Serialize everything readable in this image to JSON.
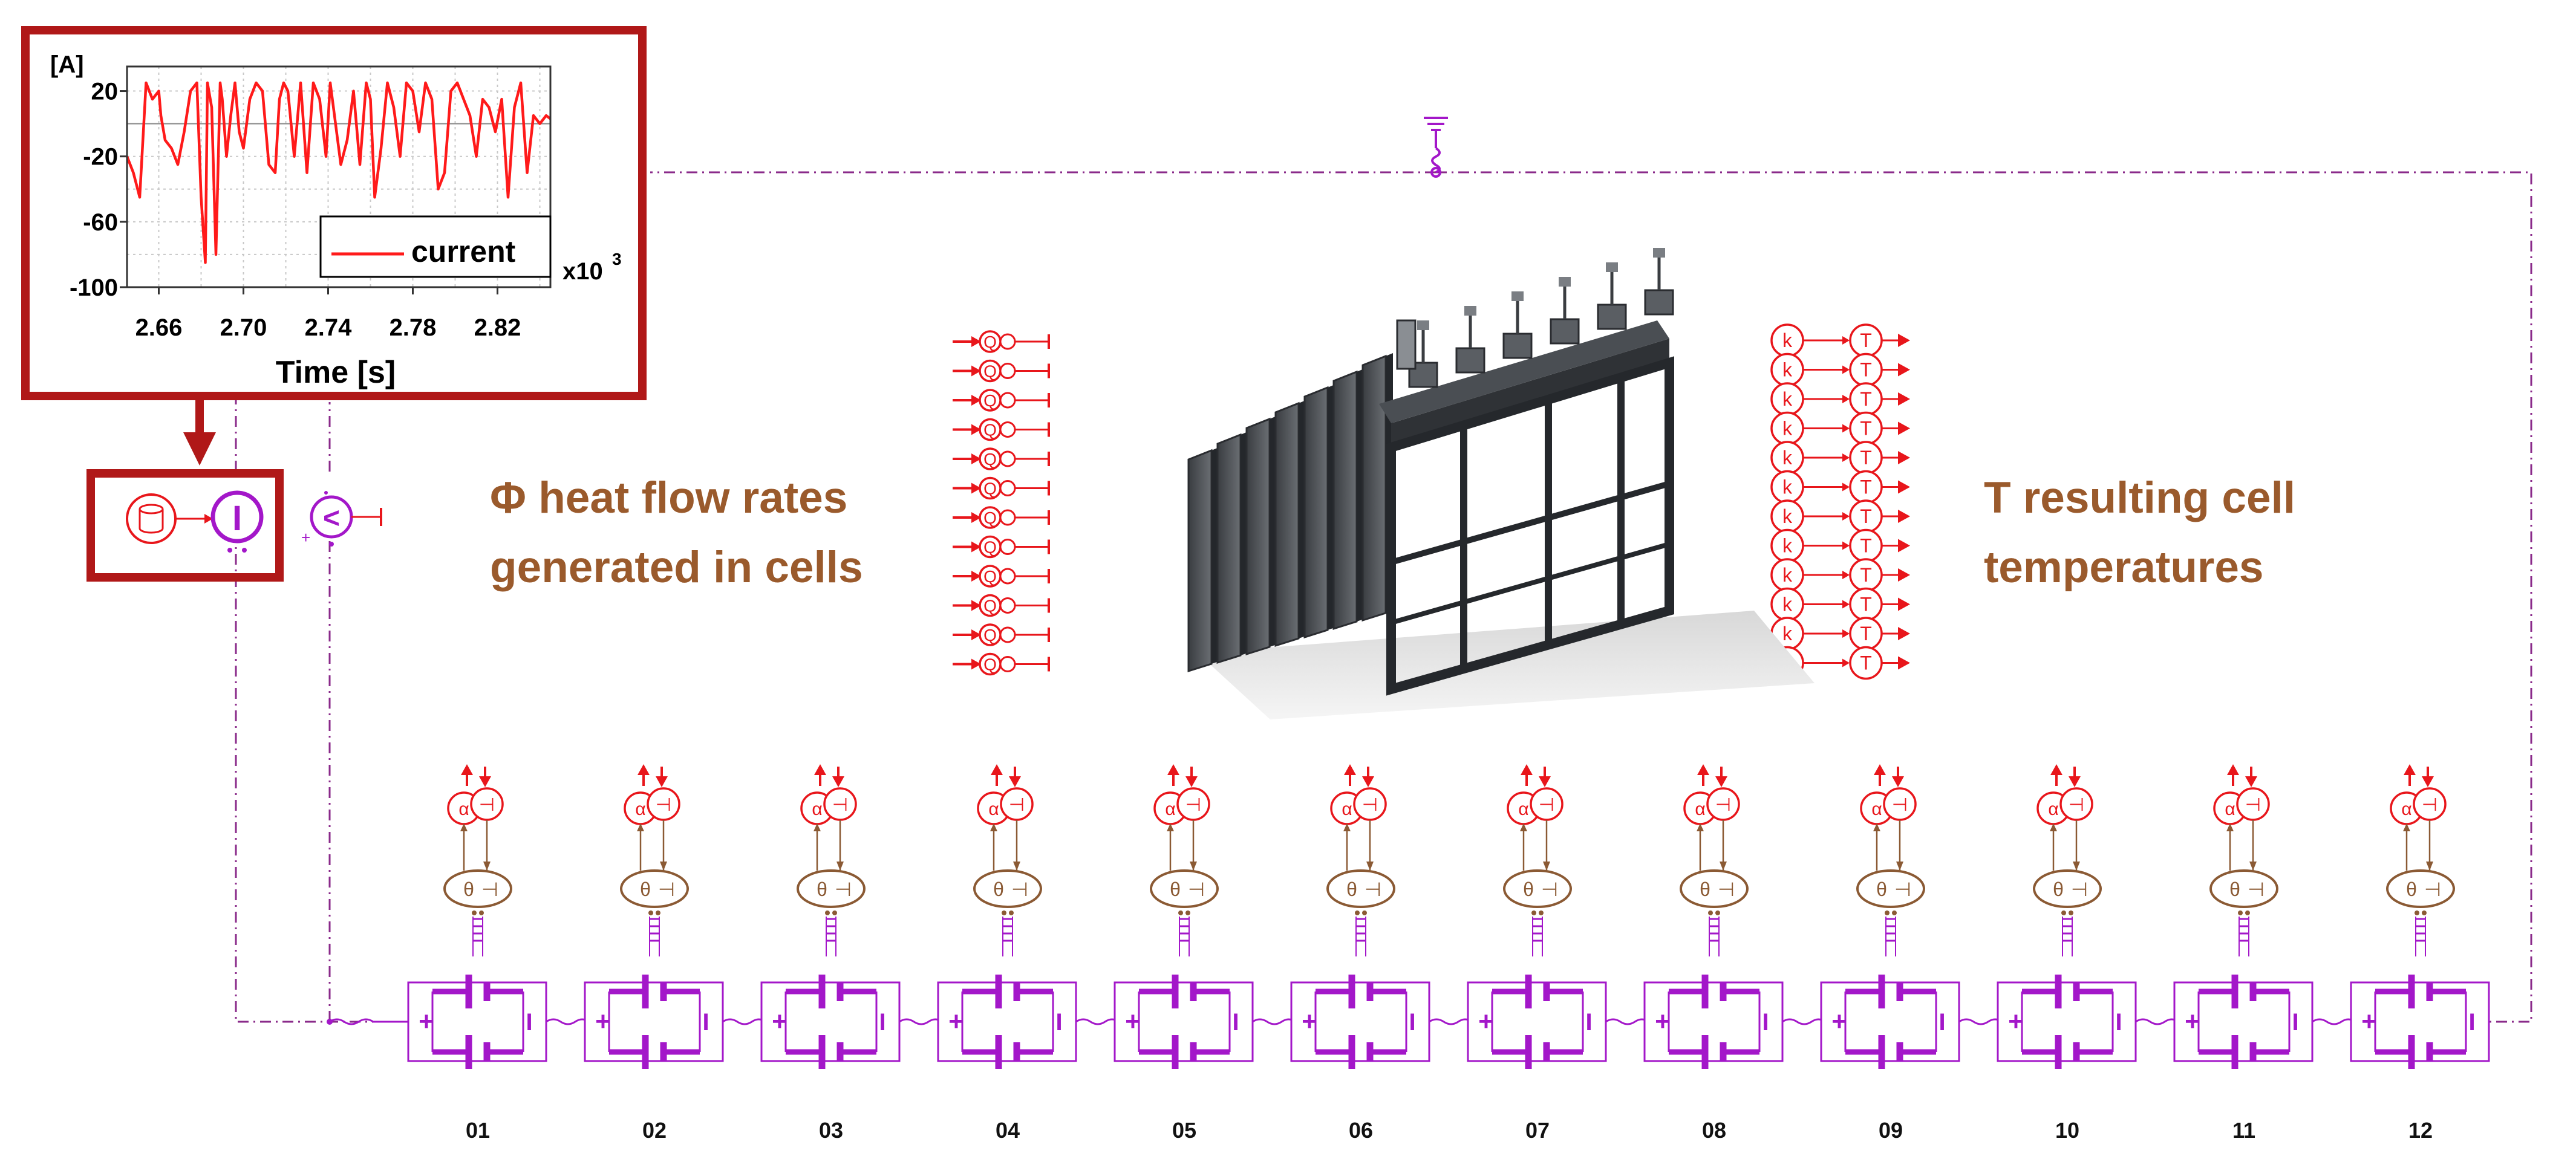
{
  "colors": {
    "frame": "#b01818",
    "signal": "#e8161b",
    "electric": "#a317c9",
    "thermal": "#8b5a34",
    "wire": "#8a2a8a",
    "label": "#9a5a2c"
  },
  "labels": {
    "heat_line1": "Φ heat flow rates",
    "heat_line2": "generated in cells",
    "temp_line1": "T resulting cell",
    "temp_line2": "temperatures"
  },
  "source_icons": {
    "table": "table-icon",
    "current_source": "I",
    "comparator": "<"
  },
  "heat_port_symbol": "Q",
  "conductance_symbol": "k",
  "temperature_symbol": "T",
  "cells": [
    "01",
    "02",
    "03",
    "04",
    "05",
    "06",
    "07",
    "08",
    "09",
    "10",
    "11",
    "12"
  ],
  "cell_icons": {
    "plus": "+",
    "minus": "I"
  },
  "chart_data": {
    "type": "line",
    "ylabel": "[A]",
    "xlabel": "Time [s]",
    "x_multiplier": "x10",
    "x_multiplier_exp": "3",
    "yticks": [
      "20",
      "-20",
      "-60",
      "-100"
    ],
    "xticks": [
      "2.66",
      "2.70",
      "2.74",
      "2.78",
      "2.82"
    ],
    "xlim": [
      2.645,
      2.845
    ],
    "ylim": [
      -100,
      35
    ],
    "grid": true,
    "legend": "bottom-right",
    "series": [
      {
        "name": "current",
        "x": [
          2.645,
          2.648,
          2.651,
          2.654,
          2.657,
          2.66,
          2.661,
          2.663,
          2.666,
          2.669,
          2.672,
          2.675,
          2.678,
          2.68,
          2.682,
          2.683,
          2.685,
          2.687,
          2.689,
          2.69,
          2.692,
          2.694,
          2.696,
          2.698,
          2.7,
          2.703,
          2.706,
          2.709,
          2.712,
          2.715,
          2.717,
          2.719,
          2.721,
          2.724,
          2.727,
          2.73,
          2.733,
          2.736,
          2.739,
          2.741,
          2.743,
          2.746,
          2.749,
          2.752,
          2.755,
          2.758,
          2.76,
          2.762,
          2.765,
          2.768,
          2.771,
          2.774,
          2.777,
          2.78,
          2.783,
          2.786,
          2.789,
          2.792,
          2.795,
          2.798,
          2.801,
          2.804,
          2.807,
          2.81,
          2.813,
          2.816,
          2.819,
          2.822,
          2.825,
          2.828,
          2.831,
          2.834,
          2.837,
          2.84,
          2.843,
          2.845
        ],
        "y": [
          -20,
          -30,
          -45,
          25,
          15,
          20,
          5,
          -10,
          -15,
          -25,
          -5,
          20,
          25,
          -45,
          -85,
          25,
          10,
          -80,
          25,
          15,
          -20,
          5,
          25,
          -5,
          -15,
          15,
          25,
          20,
          -25,
          -30,
          15,
          25,
          20,
          -20,
          25,
          -30,
          25,
          15,
          -20,
          25,
          5,
          -25,
          -10,
          20,
          -25,
          25,
          15,
          -45,
          -15,
          25,
          10,
          -20,
          25,
          20,
          -5,
          25,
          15,
          -40,
          -30,
          20,
          25,
          15,
          5,
          -20,
          15,
          10,
          -5,
          15,
          -45,
          10,
          25,
          -30,
          5,
          0,
          5,
          3
        ]
      }
    ]
  }
}
